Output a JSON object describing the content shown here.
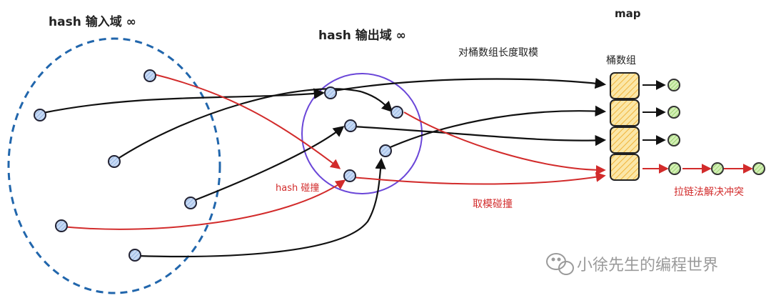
{
  "labels": {
    "input_domain": "hash 输入域 ∞",
    "output_domain": "hash 输出域 ∞",
    "map": "map",
    "mod_bucket": "对桶数组长度取模",
    "bucket_array": "桶数组",
    "hash_collision": "hash 碰撞",
    "mod_collision": "取模碰撞",
    "chaining": "拉链法解决冲突"
  },
  "watermark": {
    "text": "小徐先生的编程世界",
    "icon": "wechat-icon"
  },
  "colors": {
    "input_circle": "#2166ac",
    "output_circle": "#6a46d8",
    "node_fill": "#a9c6ef",
    "bucket_fill": "#f6c546",
    "chain_node": "#9fd66a",
    "red": "#d22b2b",
    "black": "#111111"
  },
  "buckets": {
    "count": 4
  }
}
